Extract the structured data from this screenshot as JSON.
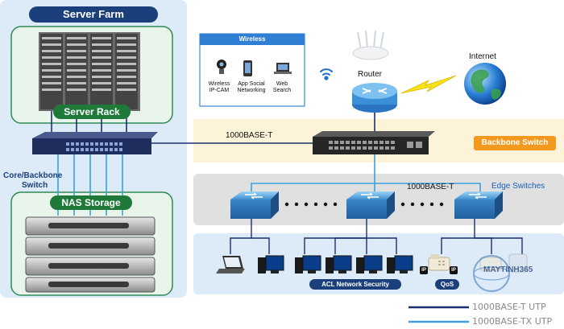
{
  "server_farm": {
    "title": "Server Farm"
  },
  "server_rack": {
    "label": "Server Rack"
  },
  "core_switch": {
    "label_line1": "Core/Backbone",
    "label_line2": "Switch"
  },
  "nas_storage": {
    "label": "NAS Storage"
  },
  "wireless": {
    "title": "Wireless",
    "items": [
      {
        "line1": "Wireless",
        "line2": "IP-CAM",
        "icon": "webcam-icon"
      },
      {
        "line1": "App Social",
        "line2": "Networking",
        "icon": "smartphone-icon"
      },
      {
        "line1": "Web",
        "line2": "Search",
        "icon": "laptop-icon"
      }
    ]
  },
  "router": {
    "label": "Router"
  },
  "internet": {
    "label": "Internet"
  },
  "links": {
    "uplink_label": "1000BASE-T",
    "edge_label": "1000BASE-T"
  },
  "backbone_switch": {
    "label": "Backbone Switch"
  },
  "edge_switches": {
    "label": "Edge Switches"
  },
  "acl": {
    "label": "ACL Network Security"
  },
  "qos": {
    "label": "QoS"
  },
  "badges": {
    "ip": "IP"
  },
  "watermark": {
    "brand": "MAYTINH365"
  },
  "legend": {
    "items": [
      {
        "label": "1000BASE-T UTP",
        "color": "#1a2f6e"
      },
      {
        "label": "1000BASE-TX UTP",
        "color": "#3aa0e0"
      }
    ]
  },
  "colors": {
    "pill_blue": "#1b3f7a",
    "pill_green": "#1f7a3a",
    "pill_orange": "#f39a1e",
    "edge_text": "#1a5fb4"
  }
}
